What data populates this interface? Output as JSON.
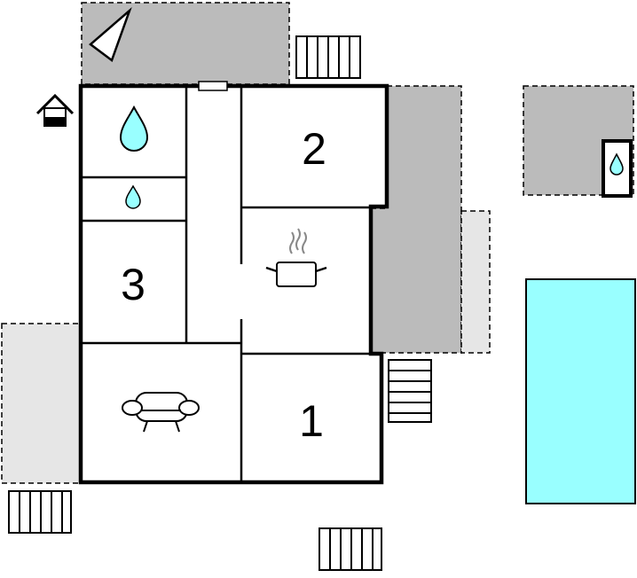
{
  "floorplan": {
    "rooms": [
      {
        "id": "bedroom-1",
        "label": "1",
        "type": "bedroom"
      },
      {
        "id": "bedroom-2",
        "label": "2",
        "type": "bedroom"
      },
      {
        "id": "bedroom-3",
        "label": "3",
        "type": "bedroom"
      },
      {
        "id": "living-room",
        "type": "living",
        "icon": "sofa-icon"
      },
      {
        "id": "kitchen",
        "type": "kitchen",
        "icon": "cooking-pot-icon"
      },
      {
        "id": "bathroom-large",
        "type": "bathroom",
        "icon": "water-drop-icon"
      },
      {
        "id": "bathroom-small",
        "type": "toilet",
        "icon": "water-drop-icon"
      }
    ],
    "outdoor": {
      "pool": {
        "color": "#99ffff"
      },
      "outdoor_shower": {
        "icon": "water-drop-icon"
      },
      "north_indicator": {
        "icon": "north-arrow-icon"
      },
      "building_marker": {
        "icon": "house-icon"
      },
      "furniture_sets": 4
    },
    "colors": {
      "terrace": "#bbbbbb",
      "terrace_light": "#e6e6e6",
      "water": "#99ffff",
      "wall": "#000000"
    }
  }
}
